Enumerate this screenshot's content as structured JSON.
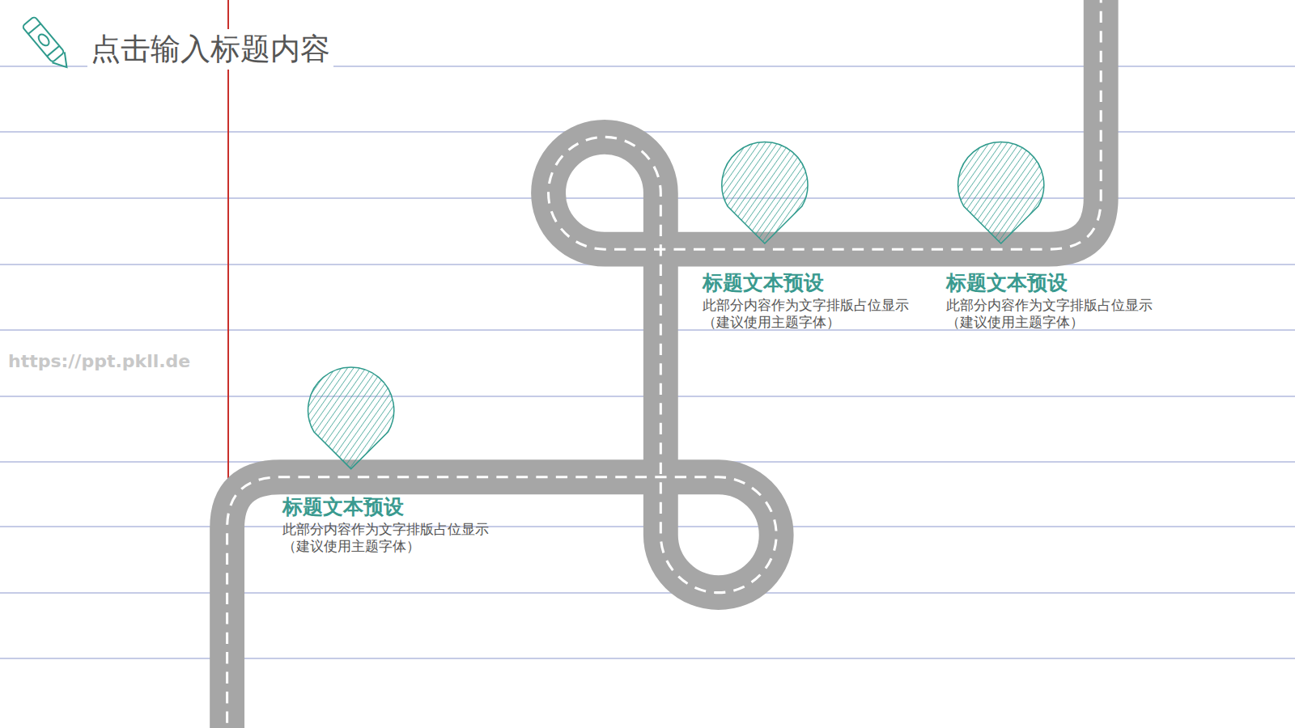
{
  "diagram": {
    "title": "点击输入标题内容",
    "nodes": [
      {
        "text": [
          "标题文本预设",
          "此部分内容作为文字排版占位显示 （建议使用主题字体）"
        ]
      },
      {
        "text": [
          "标题文本预设",
          "此部分内容作为文字排版占位显示 （建议使用主题字体）"
        ]
      },
      {
        "text": [
          "标题文本预设",
          "此部分内容作为文字排版占位显示 （建议使用主题字体）"
        ]
      }
    ],
    "labels": [
      "https://ppt.pkll.de"
    ]
  }
}
